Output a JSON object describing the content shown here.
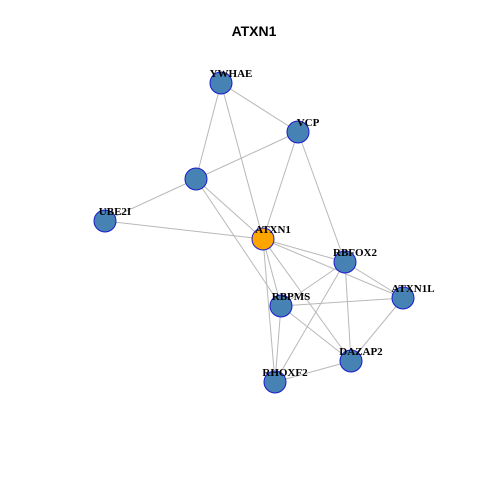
{
  "title": "ATXN1",
  "colors": {
    "node": "#4682b4",
    "center": "#ffa500",
    "border": "#1a1acc",
    "edge": "#b8b8b8"
  },
  "nodes": [
    {
      "id": "ywhae",
      "label": "YWHAE",
      "center": false
    },
    {
      "id": "vcp",
      "label": "VCP",
      "center": false
    },
    {
      "id": "unlabeled",
      "label": "",
      "center": false
    },
    {
      "id": "ube2i",
      "label": "UBE2I",
      "center": false
    },
    {
      "id": "atxn1",
      "label": "ATXN1",
      "center": true
    },
    {
      "id": "rbfox2",
      "label": "RBFOX2",
      "center": false
    },
    {
      "id": "atxn1l",
      "label": "ATXN1L",
      "center": false
    },
    {
      "id": "rbpms",
      "label": "RBPMS",
      "center": false
    },
    {
      "id": "dazap2",
      "label": "DAZAP2",
      "center": false
    },
    {
      "id": "rhoxf2",
      "label": "RHOXF2",
      "center": false
    }
  ],
  "edges": [
    [
      "ywhae",
      "vcp"
    ],
    [
      "ywhae",
      "unlabeled"
    ],
    [
      "ywhae",
      "atxn1"
    ],
    [
      "vcp",
      "unlabeled"
    ],
    [
      "vcp",
      "atxn1"
    ],
    [
      "vcp",
      "rbfox2"
    ],
    [
      "unlabeled",
      "ube2i"
    ],
    [
      "unlabeled",
      "atxn1"
    ],
    [
      "unlabeled",
      "rbpms"
    ],
    [
      "ube2i",
      "atxn1"
    ],
    [
      "atxn1",
      "rbfox2"
    ],
    [
      "atxn1",
      "atxn1l"
    ],
    [
      "atxn1",
      "rbpms"
    ],
    [
      "atxn1",
      "dazap2"
    ],
    [
      "atxn1",
      "rhoxf2"
    ],
    [
      "rbfox2",
      "atxn1l"
    ],
    [
      "rbfox2",
      "rbpms"
    ],
    [
      "rbfox2",
      "dazap2"
    ],
    [
      "rbfox2",
      "rhoxf2"
    ],
    [
      "atxn1l",
      "rbpms"
    ],
    [
      "atxn1l",
      "dazap2"
    ],
    [
      "rbpms",
      "dazap2"
    ],
    [
      "rbpms",
      "rhoxf2"
    ],
    [
      "dazap2",
      "rhoxf2"
    ]
  ]
}
